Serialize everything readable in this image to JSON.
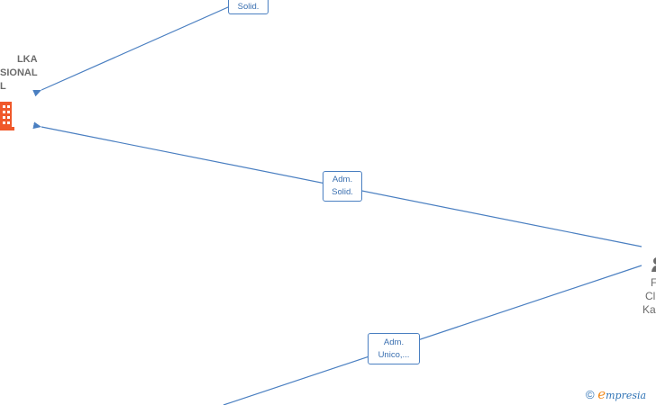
{
  "nodes": {
    "company": {
      "lines": [
        "LKA",
        "SIONAL",
        "L"
      ],
      "icon": "building-icon",
      "icon_color": "#f0582a"
    },
    "person": {
      "lines": [
        "F",
        "Cl",
        "Ka"
      ],
      "icon": "person-icon"
    }
  },
  "edges": [
    {
      "lines": [
        "Solid."
      ]
    },
    {
      "lines": [
        "Adm.",
        "Solid."
      ]
    },
    {
      "lines": [
        "Adm.",
        "Unico,..."
      ]
    }
  ],
  "colors": {
    "edge": "#4a7fc1",
    "node_text": "#6b6b6b"
  },
  "watermark": {
    "copyright": "©",
    "brand_initial": "e",
    "brand_rest": "mpresia"
  }
}
